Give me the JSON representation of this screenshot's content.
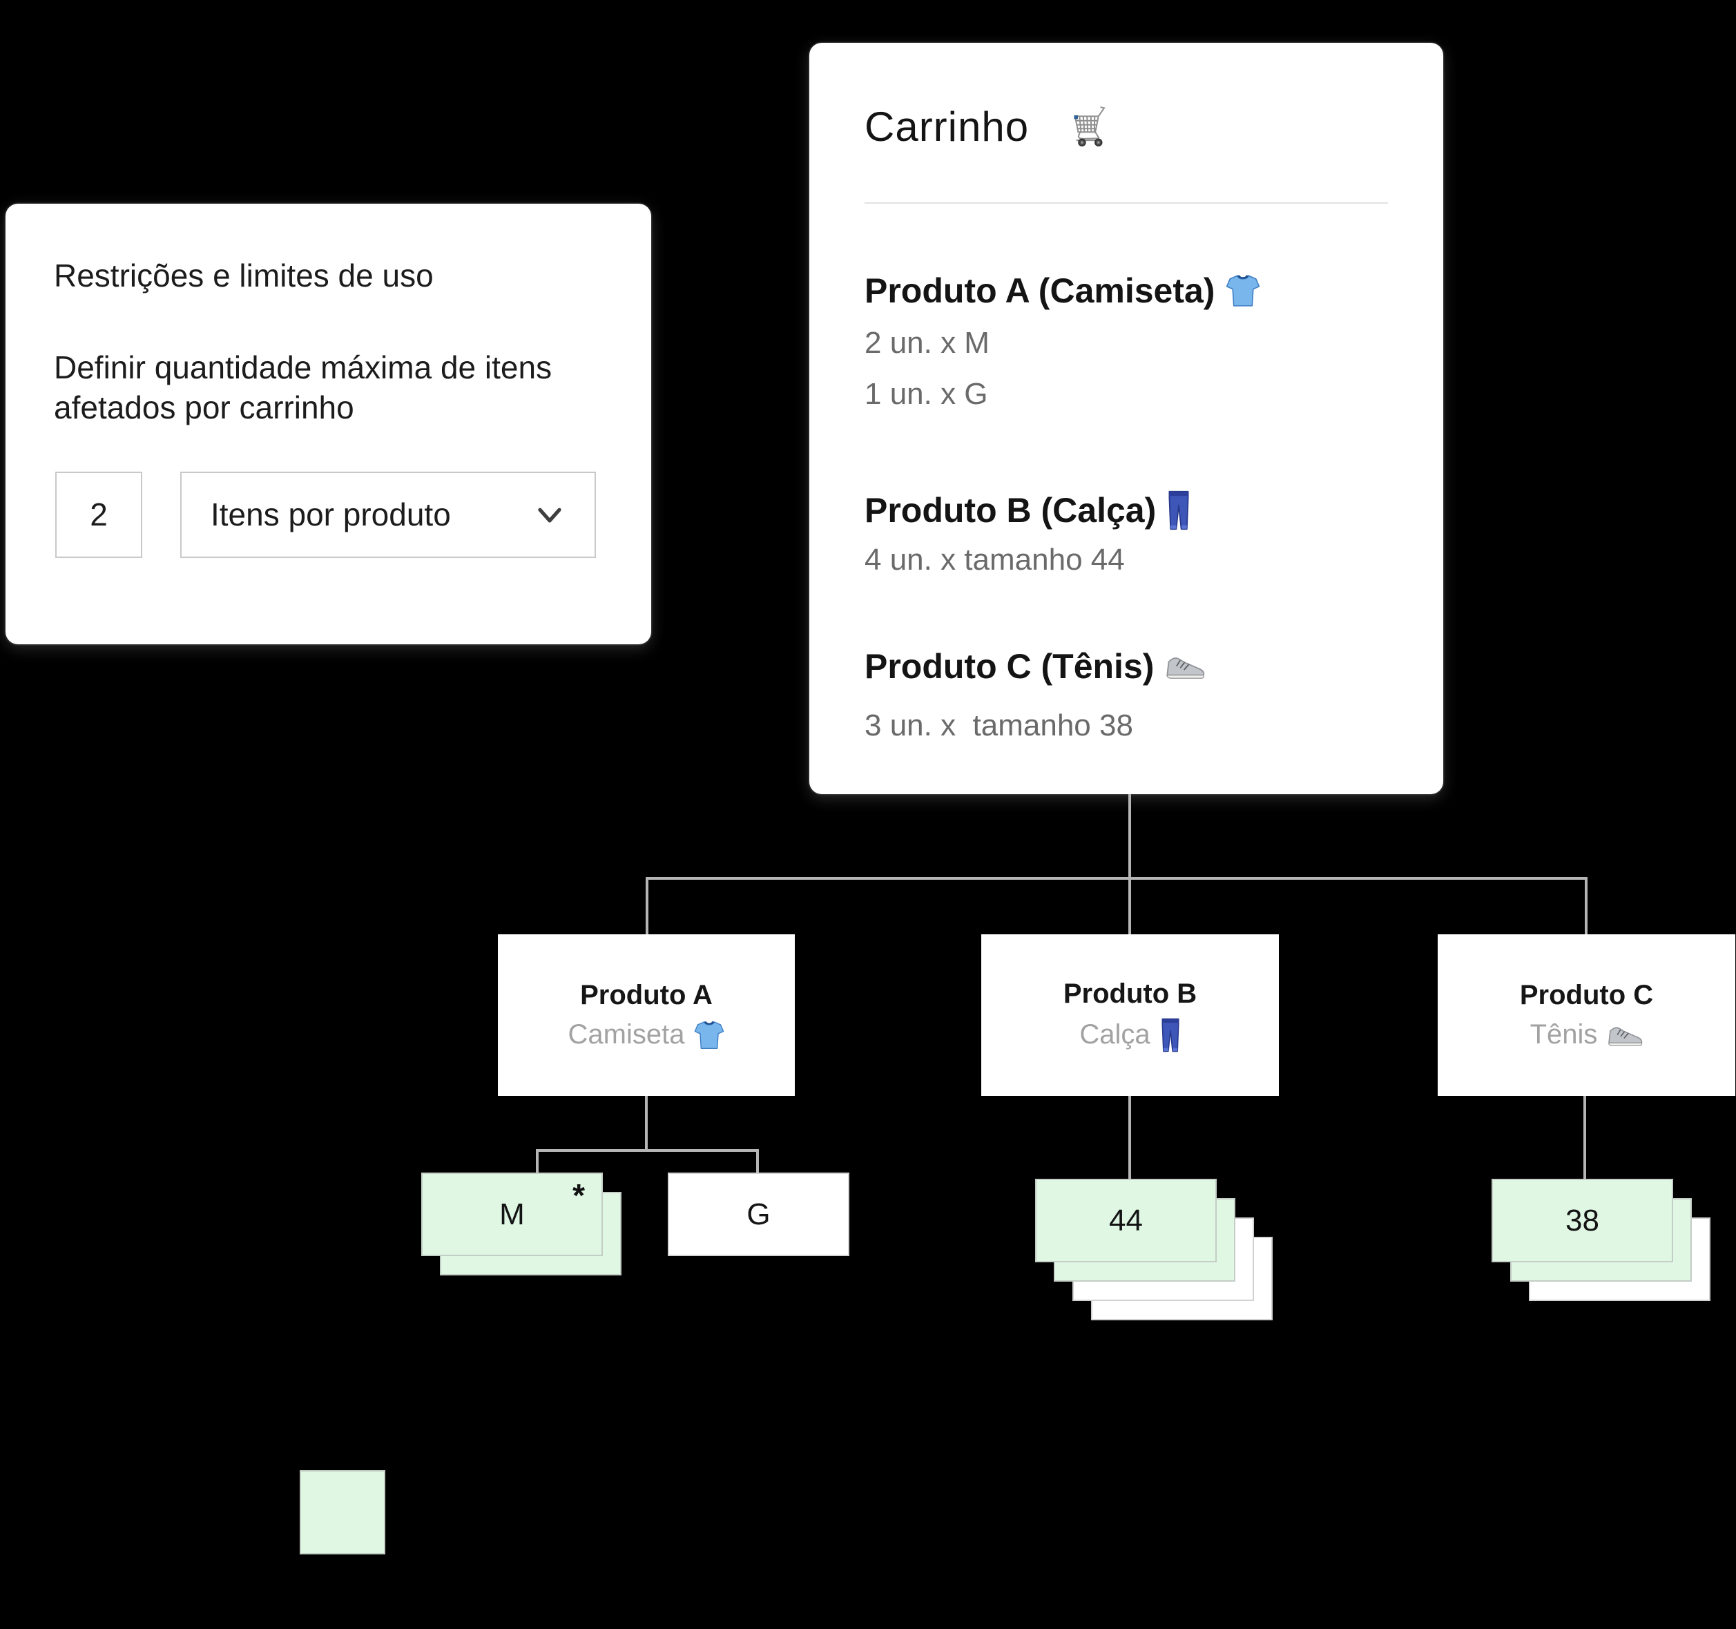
{
  "canvas": {
    "background": "#000000"
  },
  "restrictions_card": {
    "title": "Restrições e limites de uso",
    "description": [
      "Definir quantidade máxima de itens",
      "afetados por carrinho"
    ],
    "quantity_input": {
      "value": "2"
    },
    "dropdown": {
      "value": "Itens por produto",
      "icon": "chevron-down-icon"
    }
  },
  "cart_card": {
    "title": "Carrinho",
    "icon": "shopping-cart-icon",
    "items": [
      {
        "name": "Produto A (Camiseta)",
        "icon": "tshirt-icon",
        "quantities": [
          "2 un. x M",
          "1 un. x G"
        ]
      },
      {
        "name": "Produto B (Calça)",
        "icon": "jeans-icon",
        "quantities": [
          "4 un. x tamanho 44"
        ]
      },
      {
        "name": "Produto C (Tênis)",
        "icon": "sneaker-icon",
        "quantities": [
          "3 un. x  tamanho 38"
        ]
      }
    ]
  },
  "tree": {
    "products": [
      {
        "name": "Produto A",
        "subtitle": "Camiseta",
        "icon": "tshirt-icon",
        "sizes": [
          {
            "label": "M",
            "units": 2,
            "affected": 2,
            "note": "*"
          },
          {
            "label": "G",
            "units": 1,
            "affected": 0,
            "note": ""
          }
        ]
      },
      {
        "name": "Produto B",
        "subtitle": "Calça",
        "icon": "jeans-icon",
        "sizes": [
          {
            "label": "44",
            "units": 4,
            "affected": 2,
            "note": ""
          }
        ]
      },
      {
        "name": "Produto C",
        "subtitle": "Tênis",
        "icon": "sneaker-icon",
        "sizes": [
          {
            "label": "38",
            "units": 3,
            "affected": 2,
            "note": ""
          }
        ]
      }
    ]
  },
  "legend": {
    "affected_color": "#dff7e3"
  },
  "colors": {
    "background": "#000000",
    "card_white": "#ffffff",
    "affected_green": "#dff7e3",
    "connector_gray": "#b5b5b5",
    "text_dark": "#1c1c1c",
    "text_gray": "#6a6a6a",
    "text_light_gray": "#a2a2a2",
    "border_gray": "#c9c9c9"
  }
}
